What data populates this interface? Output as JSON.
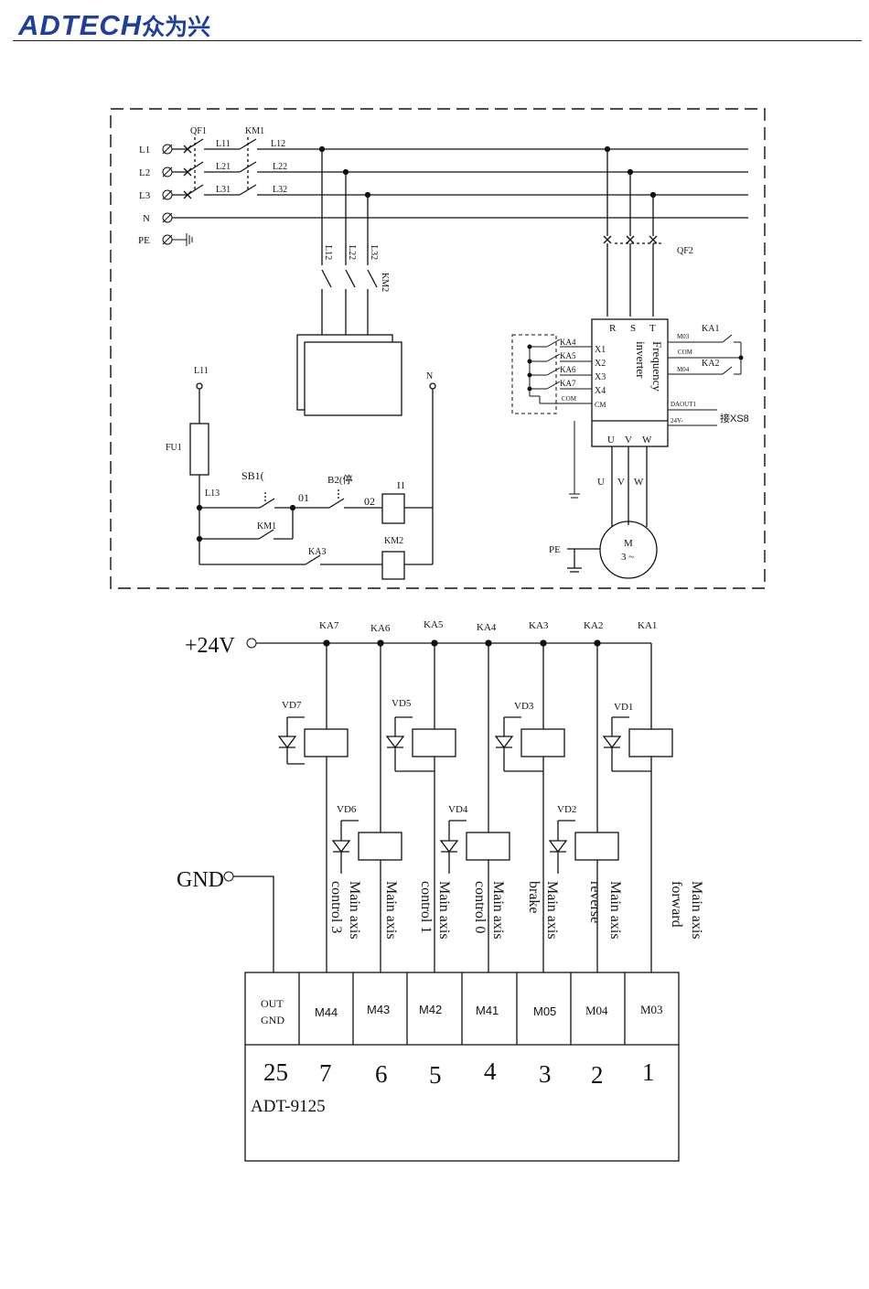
{
  "header": {
    "brand": "ADTECH",
    "brand_cn": "众为兴",
    "accent_color": "#1f3f9c"
  },
  "power_circuit": {
    "terminals": [
      "L1",
      "L2",
      "L3",
      "N",
      "PE"
    ],
    "breaker_main": "QF1",
    "contactor_main": "KM1",
    "line_labels_mid": [
      "L11",
      "L21",
      "L31"
    ],
    "line_labels_out": [
      "L12",
      "L22",
      "L32"
    ],
    "drop_labels": [
      "L12",
      "L22",
      "L32"
    ],
    "contactor_secondary": "KM2",
    "breaker_inverter": "QF2",
    "control_labels": {
      "l11": "L11",
      "fu1": "FU1",
      "l13": "L13",
      "sb1": "SB1(",
      "b2": "B2(停",
      "node01": "01",
      "node02": "02",
      "coil_i1": "I1",
      "km1": "KM1",
      "ka3": "KA3",
      "coil_km2": "KM2",
      "n": "N"
    },
    "inverter": {
      "inputs": [
        "R",
        "S",
        "T"
      ],
      "title_line1": "Frequency",
      "title_line2": "inverter",
      "x_terms": [
        "X1",
        "X2",
        "X3",
        "X4",
        "CM"
      ],
      "ka_left": [
        "KA4",
        "KA5",
        "KA6",
        "KA7",
        "COM"
      ],
      "right_terms": [
        "M03",
        "COM",
        "M04"
      ],
      "ka_right": [
        "KA1",
        "KA2"
      ],
      "daout": "DAOUT1",
      "v24": "24V-",
      "xs8": "接XS8",
      "outputs": [
        "U",
        "V",
        "W"
      ],
      "motor_wires": [
        "U",
        "V",
        "W"
      ],
      "motor_line1": "M",
      "motor_line2": "3 ~",
      "pe": "PE"
    }
  },
  "relay_circuit": {
    "supply": "+24V",
    "gnd": "GND",
    "relay_labels": [
      "KA7",
      "KA6",
      "KA5",
      "KA4",
      "KA3",
      "KA2",
      "KA1"
    ],
    "diodes": [
      "VD7",
      "VD5",
      "VD3",
      "VD1",
      "VD6",
      "VD4",
      "VD2"
    ],
    "signals": [
      {
        "line1": "Main  axis",
        "line2": "control 3"
      },
      {
        "line1": "Main  axis",
        "line2": ""
      },
      {
        "line1": "Main  axis",
        "line2": "control 1"
      },
      {
        "line1": "Main  axis",
        "line2": "control 0"
      },
      {
        "line1": "Main  axis",
        "line2": "brake"
      },
      {
        "line1": "Main  axis",
        "line2": "reverse"
      },
      {
        "line1": "Main  axis",
        "line2": "forward"
      }
    ],
    "connector": {
      "pins": [
        "OUT\nGND",
        "M44",
        "M43",
        "M42",
        "M41",
        "M05",
        "M04",
        "M03"
      ],
      "pin_line1": "OUT",
      "pin_line2": "GND",
      "numbers": [
        "25",
        "7",
        "6",
        "5",
        "4",
        "3",
        "2",
        "1"
      ],
      "model": "ADT-9125"
    }
  }
}
